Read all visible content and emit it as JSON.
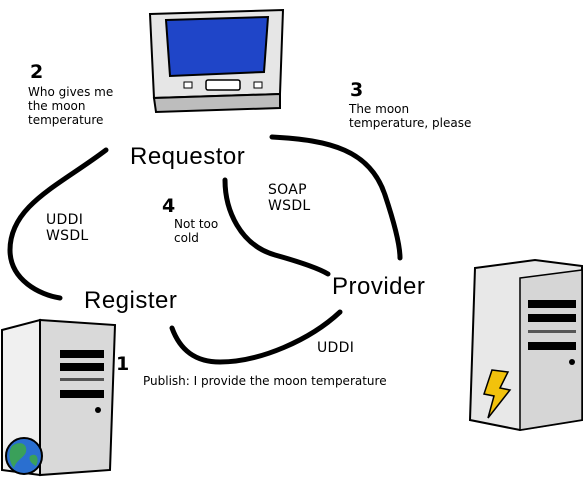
{
  "nodes": {
    "requestor": "Requestor",
    "register": "Register",
    "provider": "Provider"
  },
  "steps": [
    {
      "number": "1",
      "text": "Publish: I provide the moon temperature"
    },
    {
      "number": "2",
      "lines": [
        "Who gives me",
        "the moon",
        "temperature"
      ]
    },
    {
      "number": "3",
      "lines": [
        "The moon",
        "temperature, please"
      ]
    },
    {
      "number": "4",
      "lines": [
        "Not too",
        "cold"
      ]
    }
  ],
  "links": {
    "requestor_register": [
      "UDDI",
      "WSDL"
    ],
    "requestor_provider": [
      "SOAP",
      "WSDL"
    ],
    "register_provider": "UDDI"
  },
  "icons": {
    "requestor": "computer-monitor-icon",
    "register": "server-globe-icon",
    "provider": "server-lightning-icon"
  },
  "colors": {
    "screen": "#1f45c8",
    "globe_ocean": "#2a6fd0",
    "globe_land": "#3aa05a",
    "lightning": "#f2c20c",
    "case": "#e6e6e6",
    "line": "#000000"
  }
}
